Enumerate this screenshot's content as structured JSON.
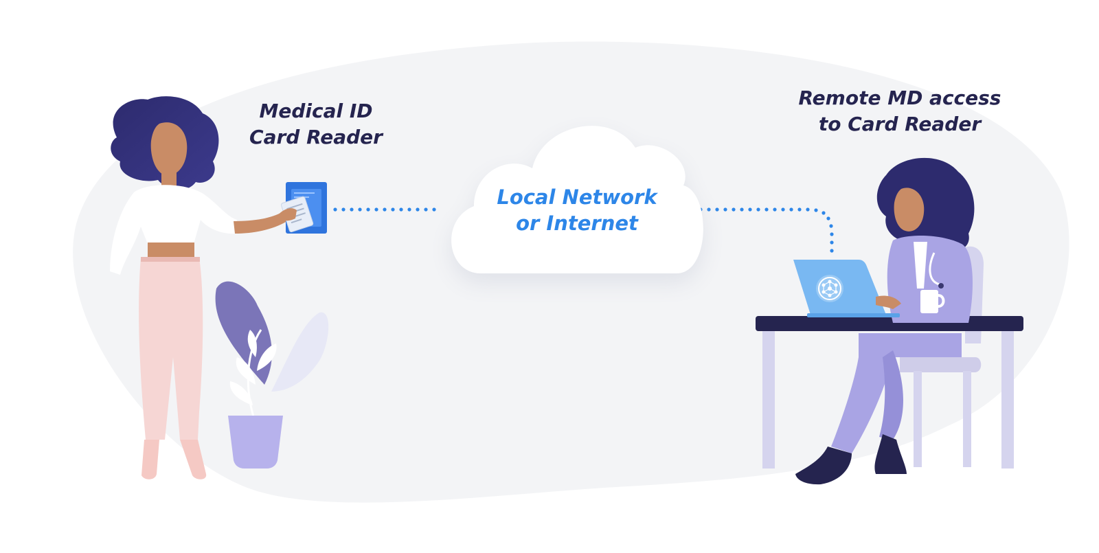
{
  "labels": {
    "card_reader": {
      "line1": "Medical ID",
      "line2": "Card Reader"
    },
    "remote_access": {
      "line1": "Remote MD access",
      "line2": "to Card Reader"
    },
    "network": {
      "line1": "Local Network",
      "line2": "or Internet"
    }
  },
  "colors": {
    "background_blob": "#f3f4f6",
    "cloud": "#ffffff",
    "heading_text": "#25244f",
    "network_text": "#2d86e8",
    "connector_dots": "#2d86e8",
    "card_reader": "#2f74dd",
    "laptop": "#79b8f2",
    "lavender": "#a9a4e4",
    "desk": "#25244f"
  },
  "icons": [
    "cloud-icon",
    "card-reader-icon",
    "laptop-icon",
    "network-hub-icon",
    "plant-icon"
  ]
}
